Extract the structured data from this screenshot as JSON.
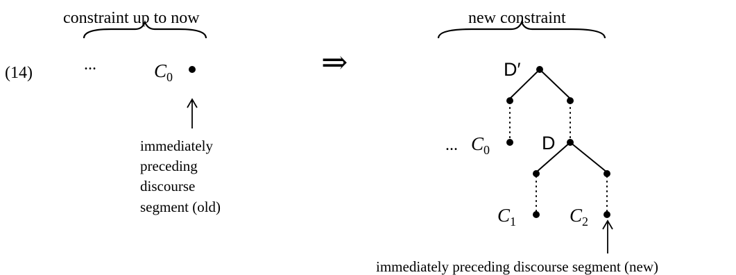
{
  "example_number": "(14)",
  "implies_symbol": "⇒",
  "left": {
    "heading": "constraint up to now",
    "ellipsis": "...",
    "node_label": "C",
    "node_label_sub": "0",
    "annotation_lines": [
      "immediately",
      "preceding",
      "discourse",
      "segment (old)"
    ]
  },
  "right": {
    "heading": "new constraint",
    "top_node_label": "D′",
    "mid_node_label": "D",
    "ellipsis": "...",
    "c0_label": "C",
    "c0_sub": "0",
    "c1_label": "C",
    "c1_sub": "1",
    "c2_label": "C",
    "c2_sub": "2",
    "annotation": "immediately preceding discourse segment (new)"
  }
}
